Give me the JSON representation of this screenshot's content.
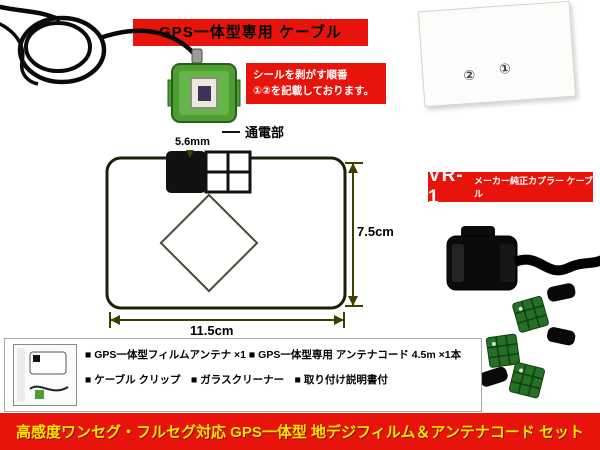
{
  "annotations": {
    "gps_cable_label": "GPS一体型専用 ケーブル",
    "seal_note": {
      "line1": "シールを剥がす順番",
      "line2": "①②を記載しております。"
    },
    "conduction_label": "通電部",
    "vr1_label": {
      "prefix": "VR-1",
      "rest": "メーカー純正カプラー ケーブル"
    },
    "card_marks": {
      "left": "②",
      "right": "①"
    }
  },
  "measurements": {
    "element_width": "5.6mm",
    "film_height": "7.5cm",
    "film_width": "11.5cm"
  },
  "contents": {
    "line1": "■ GPS一体型フィルムアンテナ ×1 ■ GPS一体型専用 アンテナコード 4.5m ×1本",
    "line2": "■ ケーブル クリップ　■ ガラスクリーナー　■ 取り付け説明書付"
  },
  "banner": {
    "text": "高感度ワンセグ・フルセグ対応 GPS一体型 地デジフィルム＆アンテナコード セット"
  },
  "colors": {
    "label_red": "#e8140c",
    "banner_text_yellow": "#ffe600",
    "connector_green": "#4f9e33",
    "pad_green": "#256f27",
    "measure_olive": "#3f3f00"
  }
}
